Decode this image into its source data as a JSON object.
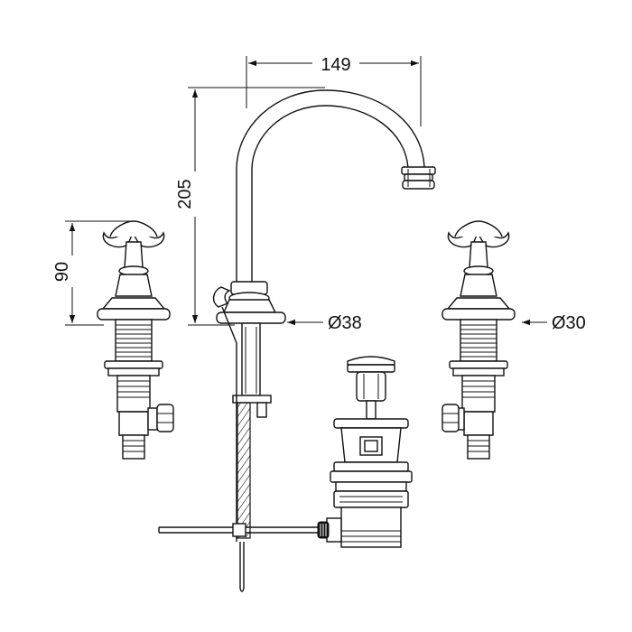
{
  "dimensions": {
    "spout_reach": "149",
    "spout_height": "205",
    "handle_height": "90",
    "spout_base_diameter": "Ø38",
    "handle_base_diameter": "Ø30"
  }
}
